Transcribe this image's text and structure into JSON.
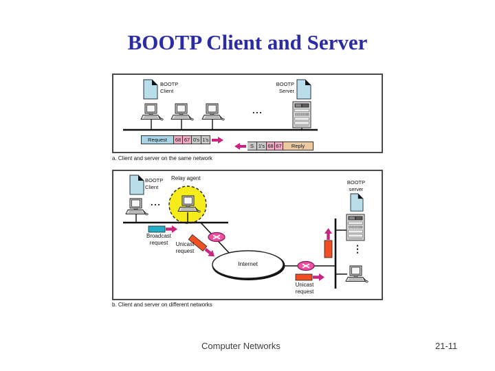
{
  "slide": {
    "title": "BOOTP Client and Server",
    "footer_left": "Computer Networks",
    "footer_right": "21-11"
  },
  "panel_a": {
    "caption": "a. Client and server on the same network",
    "client_doc_label": "BOOTP\nClient",
    "server_doc_label": "BOOTP\nServer",
    "ellipsis": "...",
    "request_packet": [
      "Request",
      "68",
      "67",
      "0's",
      "1's"
    ],
    "reply_packet": [
      "S",
      "1's",
      "68",
      "67",
      "Reply"
    ]
  },
  "panel_b": {
    "caption": "b. Client and server on different networks",
    "client_doc_label": "BOOTP\nClient",
    "relay_label": "Relay agent",
    "server_doc_label": "BOOTP\nserver",
    "ellipsis": "...",
    "vertical_ellipsis": "⋮",
    "broadcast_label": "Broadcast\nrequest",
    "unicast_label_left": "Unicast\nrequest",
    "unicast_label_right": "Unicast\nrequest",
    "internet_label": "Internet"
  },
  "colors": {
    "title_blue": "#2b2ba4",
    "doc_fill": "#b9dde9",
    "packet_blue": "#a9d4e5",
    "packet_pink": "#f2a9c4",
    "packet_gray": "#c9c9c9",
    "packet_tan": "#edc9a0",
    "magenta_arrow": "#c9247f",
    "broadcast_cyan": "#22aec6",
    "unicast_orange": "#f04e23",
    "router_pink": "#ee4fa0",
    "relay_yellow": "#f6ec1c"
  }
}
